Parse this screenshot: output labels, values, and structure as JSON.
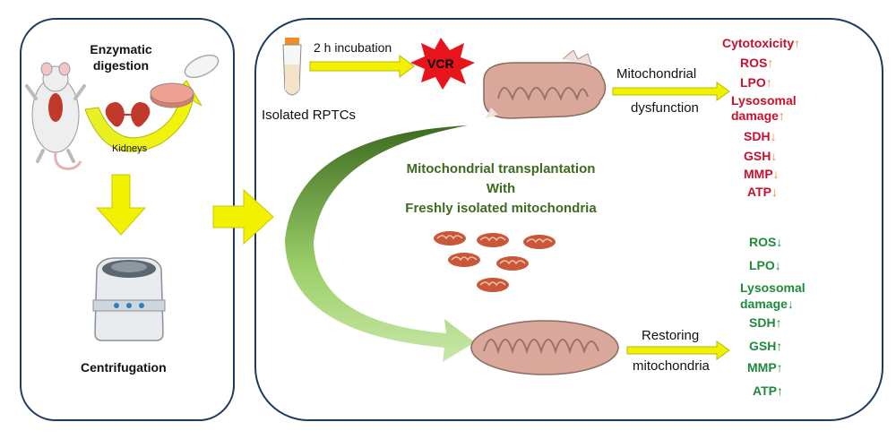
{
  "left_panel": {
    "step1": "Enzymatic\ndigestion",
    "organ_label": "Kidneys",
    "step2": "Centrifugation"
  },
  "right_panel": {
    "cells_label": "Isolated RPTCs",
    "incubation_label": "2 h incubation",
    "toxin_label": "VCR",
    "dysfunction_label_line1": "Mitochondrial",
    "dysfunction_label_line2": "dysfunction",
    "transplant_title_line1": "Mitochondrial transplantation",
    "transplant_title_line2": "With",
    "transplant_title_line3": "Freshly isolated mitochondria",
    "restore_label_line1": "Restoring",
    "restore_label_line2": "mitochondria"
  },
  "dysfunction_markers": [
    {
      "name": "Cytotoxicity",
      "arrow": "↑"
    },
    {
      "name": "ROS",
      "arrow": "↑"
    },
    {
      "name": "LPO",
      "arrow": "↑"
    },
    {
      "name": "Lysosomal\ndamage",
      "arrow": "↑"
    },
    {
      "name": "SDH",
      "arrow": "↓"
    },
    {
      "name": "GSH",
      "arrow": "↓"
    },
    {
      "name": "MMP",
      "arrow": "↓"
    },
    {
      "name": "ATP",
      "arrow": "↓"
    }
  ],
  "restore_markers": [
    {
      "name": "ROS",
      "arrow": "↓"
    },
    {
      "name": "LPO",
      "arrow": "↓"
    },
    {
      "name": "Lysosomal\ndamage",
      "arrow": "↓"
    },
    {
      "name": "SDH",
      "arrow": "↑"
    },
    {
      "name": "GSH",
      "arrow": "↑"
    },
    {
      "name": "MMP",
      "arrow": "↑"
    },
    {
      "name": "ATP",
      "arrow": "↑"
    }
  ],
  "colors": {
    "panel_border": "#1f3a5f",
    "yellow_arrow": "#f2f200",
    "red_marker": "#c8102e",
    "green_marker": "#1f8a3a",
    "title_green": "#3d6b1f",
    "mito_fill": "#d9a89a",
    "vcr_star": "#e8141c"
  }
}
